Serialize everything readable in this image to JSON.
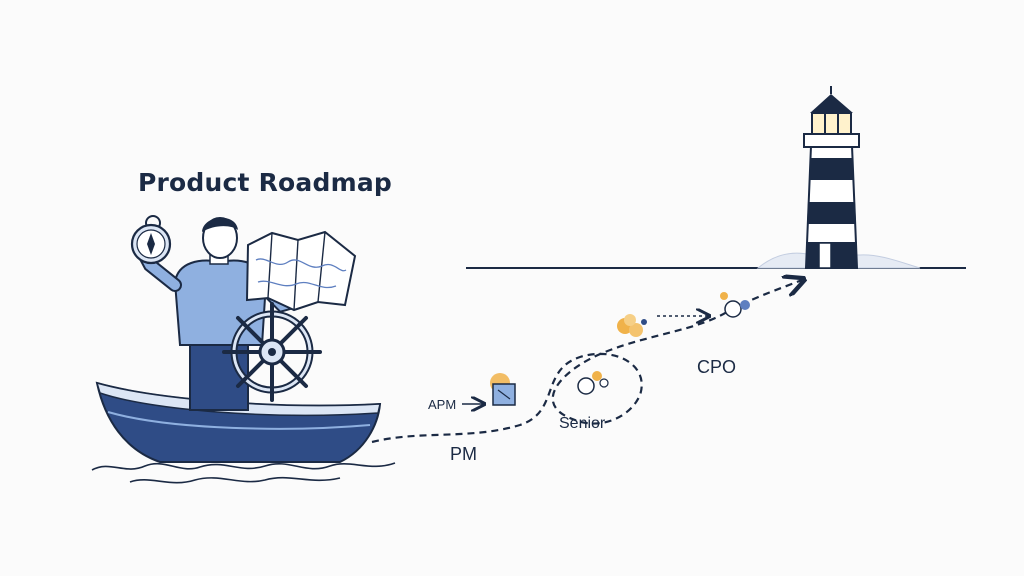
{
  "title": "Product Roadmap",
  "stages": {
    "apm": "APM",
    "pm": "PM",
    "senior": "Senior",
    "cpo": "CPO"
  },
  "icons": [
    "compass-icon",
    "map-icon",
    "ships-wheel-icon",
    "lighthouse-icon"
  ],
  "colors": {
    "ink": "#1b2a44",
    "navy": "#2f4c86",
    "light_blue": "#8fb0e0",
    "gold": "#f0b24a"
  }
}
